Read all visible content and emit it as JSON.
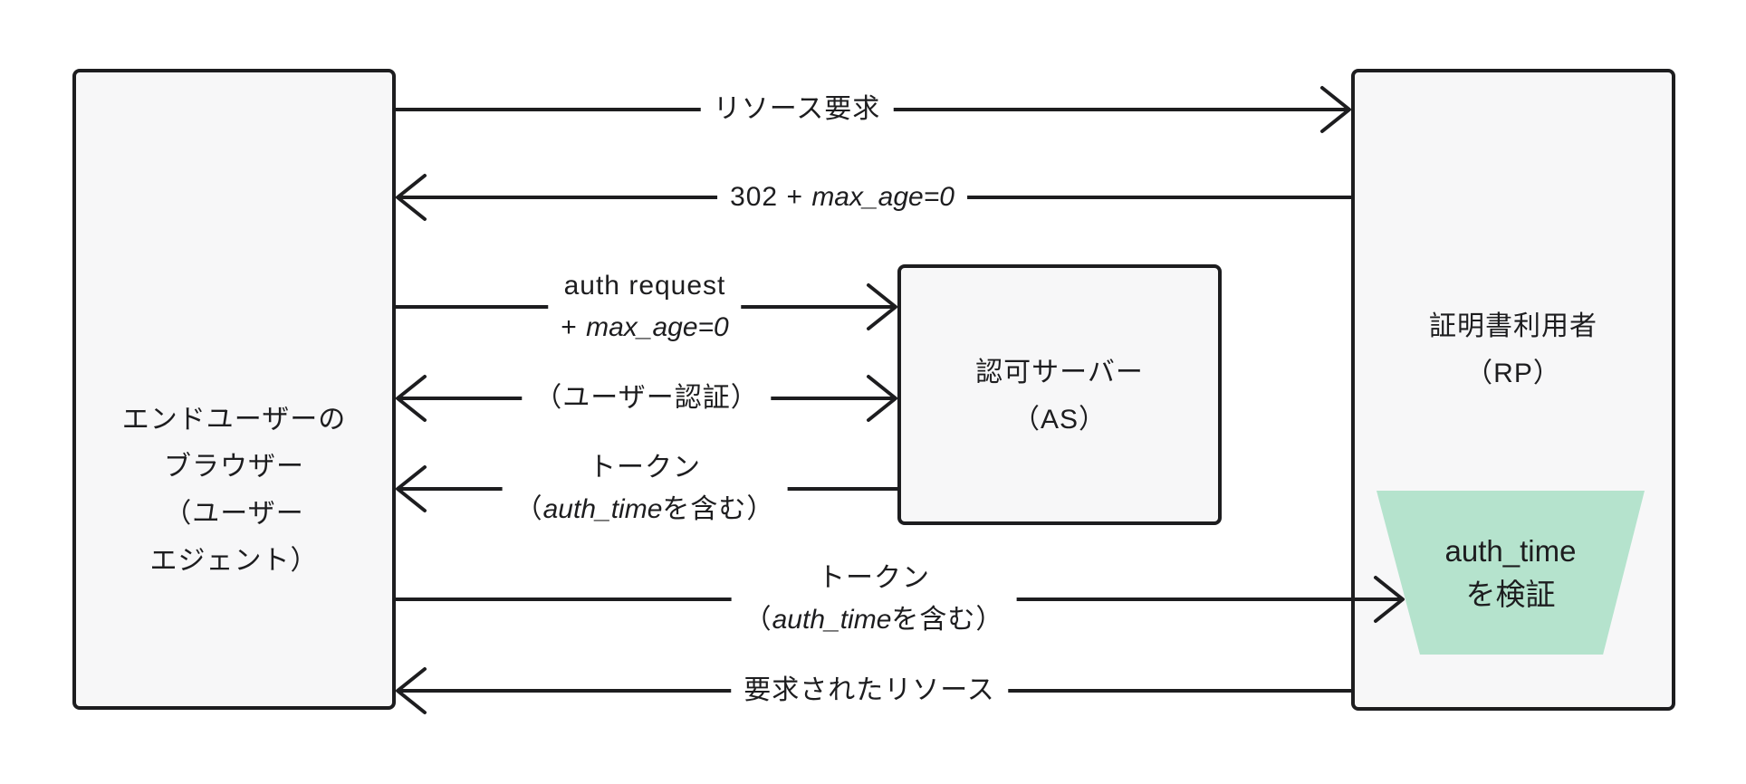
{
  "nodes": {
    "browser": {
      "line1": "エンドユーザーの",
      "line2": "ブラウザー",
      "line3": "（ユーザー",
      "line4": "エジェント）"
    },
    "auth_server": {
      "line1": "認可サーバー",
      "line2": "（AS）"
    },
    "relying_party": {
      "line1": "証明書利用者",
      "line2": "（RP）"
    },
    "verify_step": {
      "line1": "auth_time",
      "line2": "を検証"
    }
  },
  "arrows": {
    "resource_request": {
      "label": "リソース要求",
      "direction": "right"
    },
    "redirect_302": {
      "prefix": "302 + ",
      "italic": "max_age=0",
      "direction": "left"
    },
    "auth_request": {
      "line1": "auth request",
      "line2_prefix": "+ ",
      "line2_italic": "max_age=0",
      "direction": "right"
    },
    "user_auth": {
      "label": "（ユーザー認証）",
      "direction": "both"
    },
    "token_from_as": {
      "line1": "トークン",
      "line2_prefix": "（",
      "line2_italic": "auth_time",
      "line2_suffix": "を含む）",
      "direction": "left"
    },
    "token_to_rp": {
      "line1": "トークン",
      "line2_prefix": "（",
      "line2_italic": "auth_time",
      "line2_suffix": "を含む）",
      "direction": "right"
    },
    "requested_resource": {
      "label": "要求されたリソース",
      "direction": "left"
    }
  },
  "colors": {
    "ink": "#1d1d1f",
    "box_fill": "#f7f7f8",
    "trapezoid_fill": "#b5e3cd",
    "background": "#ffffff"
  }
}
